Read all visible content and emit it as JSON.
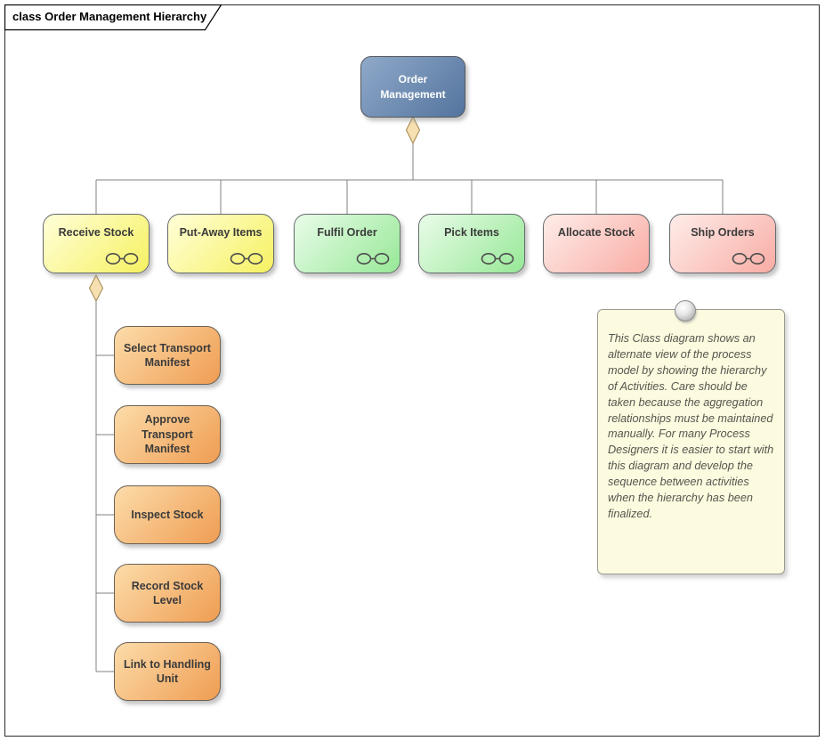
{
  "frame": {
    "title": "class Order Management Hierarchy"
  },
  "root": {
    "label": "Order Management"
  },
  "level1": [
    {
      "label": "Receive Stock",
      "fill": "yellow",
      "composite": true,
      "composite_icon": "chain-link-indicator"
    },
    {
      "label": "Put-Away Items",
      "fill": "yellow",
      "composite": true,
      "composite_icon": "chain-link-indicator"
    },
    {
      "label": "Fulfil Order",
      "fill": "green",
      "composite": true,
      "composite_icon": "chain-link-indicator"
    },
    {
      "label": "Pick Items",
      "fill": "green",
      "composite": true,
      "composite_icon": "chain-link-indicator"
    },
    {
      "label": "Allocate Stock",
      "fill": "pink",
      "composite": false
    },
    {
      "label": "Ship Orders",
      "fill": "pink",
      "composite": true,
      "composite_icon": "chain-link-indicator"
    }
  ],
  "level2": [
    {
      "label": "Select Transport Manifest"
    },
    {
      "label": "Approve Transport Manifest"
    },
    {
      "label": "Inspect Stock"
    },
    {
      "label": "Record Stock Level"
    },
    {
      "label": "Link to Handling Unit"
    }
  ],
  "note": {
    "pin_icon": "note-pin-sphere",
    "text": "This Class diagram shows an alternate view of the process model by showing the hierarchy of Activities. Care should be taken because the aggregation relationships must be maintained manually. For many Process Designers it is easier to start with this diagram and develop the sequence between activities when the hierarchy has been finalized."
  },
  "relationships": {
    "type": "aggregation",
    "diamond_icon": "aggregation-diamond"
  },
  "colors": {
    "root_gradient_top": "#8FA9C9",
    "root_gradient_bottom": "#54749E",
    "yellow_gradient_top": "#FFFFD9",
    "yellow_gradient_bottom": "#F6F161",
    "green_gradient_top": "#E9FCE9",
    "green_gradient_bottom": "#97E897",
    "pink_gradient_top": "#FEEDE9",
    "pink_gradient_bottom": "#F9ACA5",
    "orange_gradient_top": "#FCDCAA",
    "orange_gradient_bottom": "#EF9D52",
    "note_fill": "#FCFADF",
    "diamond_fill": "#F6E0B2",
    "diamond_stroke": "#A3854C",
    "connector": "#808080",
    "frame_border": "#2B2B2B"
  }
}
